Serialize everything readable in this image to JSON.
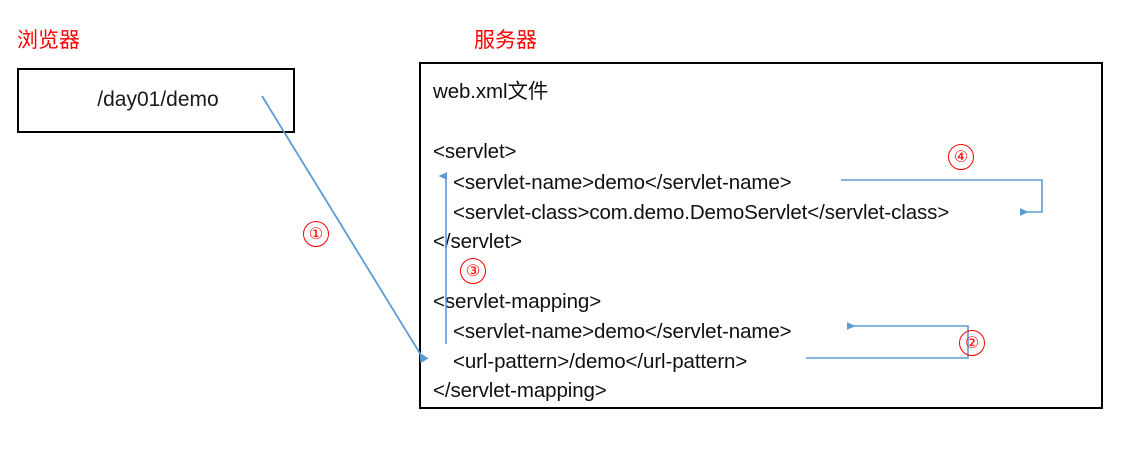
{
  "diagram": {
    "title_browser": "浏览器",
    "title_server": "服务器",
    "arrow_color": "#5B9BD5",
    "accent_color": "#FF0000",
    "box_border_color": "#000000"
  },
  "browser": {
    "url": "/day01/demo"
  },
  "server": {
    "file_label": "web.xml文件",
    "code_lines": [
      {
        "text": "<servlet>",
        "indent": 0
      },
      {
        "text": "<servlet-name>demo</servlet-name>",
        "indent": 1
      },
      {
        "text": "<servlet-class>com.demo.DemoServlet</servlet-class>",
        "indent": 1
      },
      {
        "text": "</servlet>",
        "indent": 0
      },
      {
        "text": "<servlet-mapping>",
        "indent": 0
      },
      {
        "text": "<servlet-name>demo</servlet-name>",
        "indent": 1
      },
      {
        "text": "<url-pattern>/demo</url-pattern>",
        "indent": 1
      },
      {
        "text": "</servlet-mapping>",
        "indent": 0
      }
    ]
  },
  "markers": [
    {
      "label": "①",
      "meaning": "request-url-to-url-pattern"
    },
    {
      "label": "②",
      "meaning": "url-pattern-to-mapping-servlet-name"
    },
    {
      "label": "③",
      "meaning": "mapping-servlet-name-to-servlet-name"
    },
    {
      "label": "④",
      "meaning": "servlet-name-to-servlet-class"
    }
  ]
}
